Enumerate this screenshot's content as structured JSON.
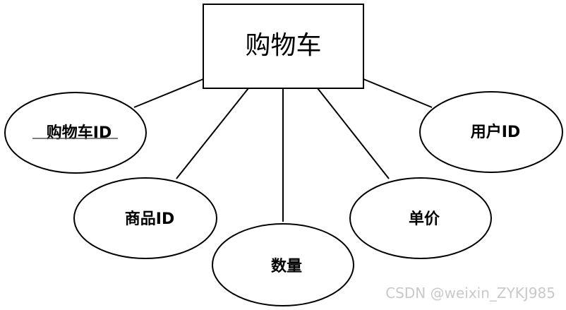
{
  "entity": {
    "name": "购物车"
  },
  "attributes": [
    {
      "key": "cart_id",
      "label": "购物车ID",
      "primary_key": true
    },
    {
      "key": "user_id",
      "label": "用户ID"
    },
    {
      "key": "product_id",
      "label": "商品ID"
    },
    {
      "key": "unit_price",
      "label": "单价"
    },
    {
      "key": "quantity",
      "label": "数量"
    }
  ],
  "watermark": "CSDN @weixin_ZYKJ985",
  "colors": {
    "stroke": "#000000",
    "watermark": "#c9c9c9"
  }
}
